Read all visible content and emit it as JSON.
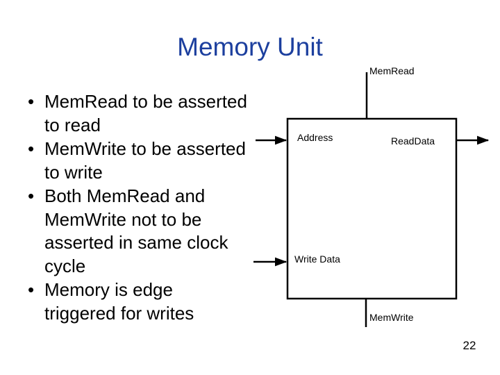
{
  "slide": {
    "title": "Memory Unit",
    "page_number": "22",
    "title_color": "#1c3f9e",
    "text_color": "#000000",
    "background_color": "#ffffff"
  },
  "bullets": [
    {
      "marker": "•",
      "text": "MemRead to be asserted to read"
    },
    {
      "marker": "•",
      "text": "MemWrite to be asserted to write"
    },
    {
      "marker": "•",
      "text": "Both MemRead and MemWrite not to be asserted in same clock cycle"
    },
    {
      "marker": "•",
      "text": "Memory is edge triggered for writes"
    }
  ],
  "diagram": {
    "box_label": "",
    "ports": {
      "mem_read": "MemRead",
      "address": "Address",
      "read_data": "ReadData",
      "write_data": "Write Data",
      "mem_write": "MemWrite"
    },
    "line_color": "#000000"
  }
}
